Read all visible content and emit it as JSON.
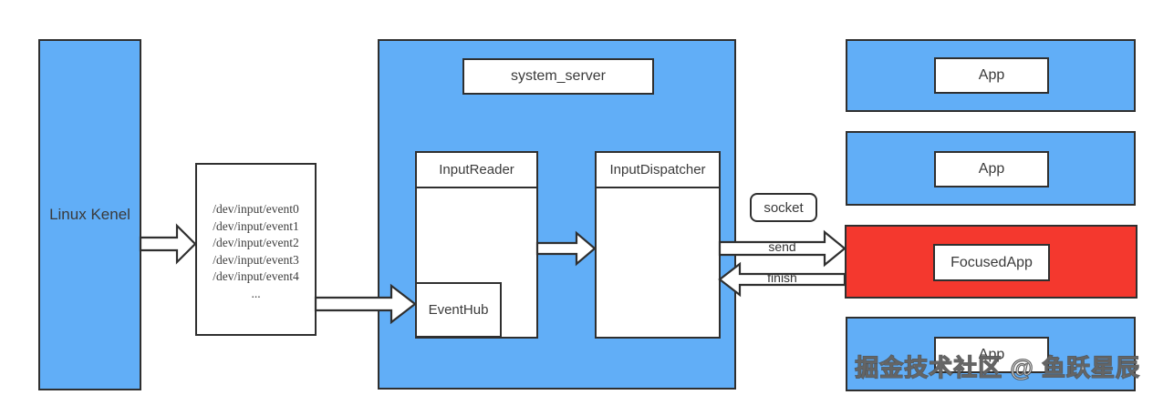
{
  "colors": {
    "blue": "#61aef7",
    "red": "#f4382e",
    "border": "#2f2f2f",
    "text": "#3a3a3a"
  },
  "kernel": {
    "label": "Linux Kenel"
  },
  "devices": {
    "lines": [
      "/dev/input/event0",
      "/dev/input/event1",
      "/dev/input/event2",
      "/dev/input/event3",
      "/dev/input/event4",
      "..."
    ]
  },
  "system_server": {
    "title": "system_server",
    "input_reader": "InputReader",
    "event_hub": "EventHub",
    "input_dispatcher": "InputDispatcher"
  },
  "ipc": {
    "socket": "socket",
    "send": "send",
    "finish": "finish"
  },
  "apps": {
    "app1": "App",
    "app2": "App",
    "focused": "FocusedApp",
    "app3": "App"
  },
  "watermark": "掘金技术社区 @ 鱼跃星辰"
}
